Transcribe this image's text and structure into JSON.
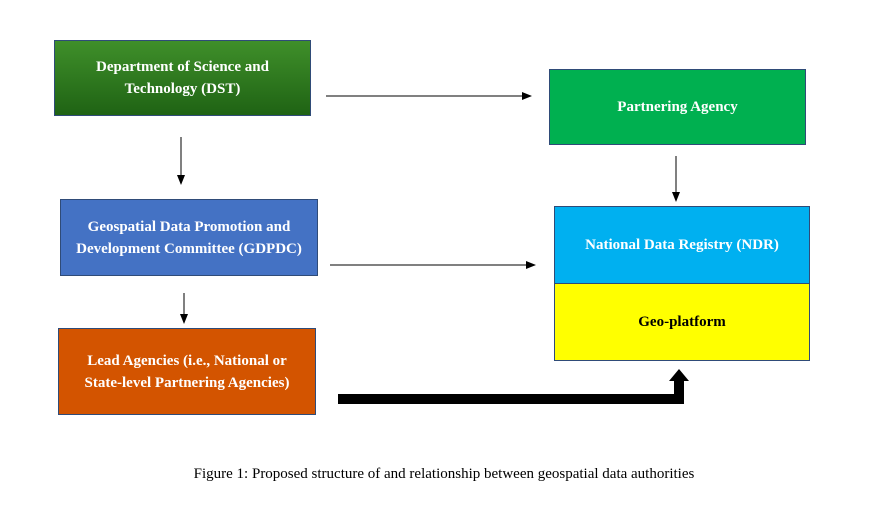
{
  "diagram": {
    "nodes": {
      "dst": {
        "label": "Department of Science and Technology (DST)",
        "color": "#2e7a1f"
      },
      "gdpdc": {
        "label": "Geospatial Data Promotion and Development Committee (GDPDC)",
        "color": "#4472c4"
      },
      "lead": {
        "label": "Lead Agencies (i.e., National or State-level Partnering Agencies)",
        "color": "#d35400"
      },
      "partner": {
        "label": "Partnering Agency",
        "color": "#00b050"
      },
      "ndr": {
        "label": "National Data Registry (NDR)",
        "color": "#00b0f0"
      },
      "geo": {
        "label": "Geo-platform",
        "color": "#ffff00"
      }
    },
    "edges": [
      {
        "from": "dst",
        "to": "partner"
      },
      {
        "from": "dst",
        "to": "gdpdc"
      },
      {
        "from": "partner",
        "to": "ndr"
      },
      {
        "from": "gdpdc",
        "to": "ndr"
      },
      {
        "from": "gdpdc",
        "to": "lead"
      },
      {
        "from": "lead",
        "to": "geo",
        "style": "thick"
      }
    ]
  },
  "caption": "Figure 1: Proposed structure of and relationship between geospatial data authorities"
}
